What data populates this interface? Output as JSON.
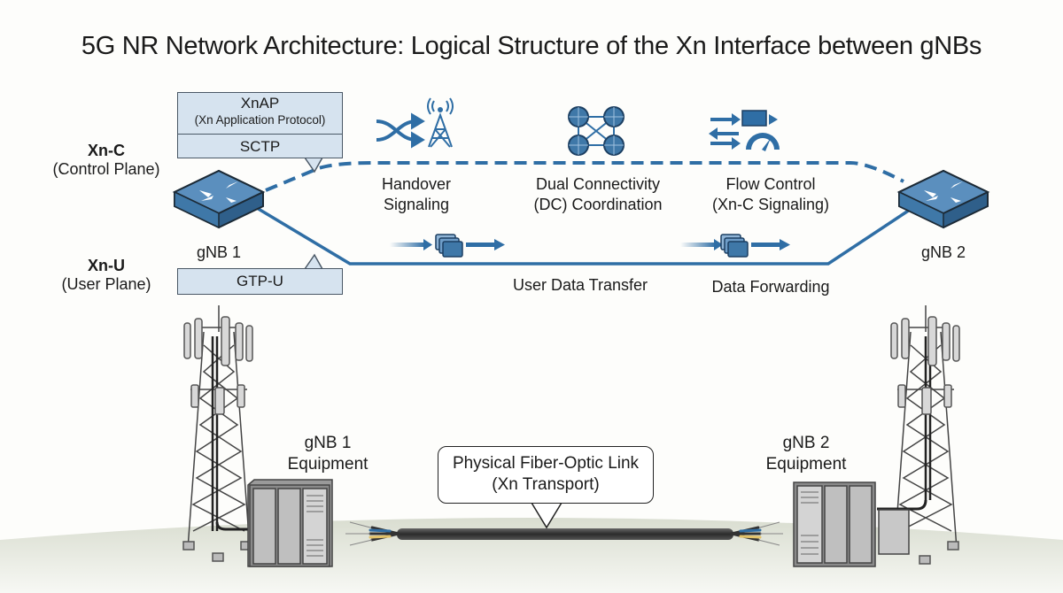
{
  "title": "5G NR Network Architecture: Logical Structure of the Xn Interface between gNBs",
  "colors": {
    "accent_blue": "#2f6ea5",
    "node_blue": "#3f78a8",
    "protocol_box_fill": "#d6e3ef",
    "ground": "#e3e6dc"
  },
  "planes": {
    "control": {
      "title": "Xn-C",
      "subtitle": "(Control Plane)",
      "line_style": "dashed"
    },
    "user": {
      "title": "Xn-U",
      "subtitle": "(User Plane)",
      "line_style": "solid"
    }
  },
  "protocol_stacks": {
    "control": [
      {
        "name": "XnAP",
        "detail": "(Xn Application Protocol)"
      },
      {
        "name": "SCTP"
      }
    ],
    "user": [
      {
        "name": "GTP-U"
      }
    ]
  },
  "nodes": [
    {
      "label": "gNB 1",
      "icon": "router-icon"
    },
    {
      "label": "gNB 2",
      "icon": "router-icon"
    }
  ],
  "control_functions": [
    {
      "icon": "handover-tower-icon",
      "line1": "Handover",
      "line2": "Signaling"
    },
    {
      "icon": "globe-mesh-icon",
      "line1": "Dual Connectivity",
      "line2": "(DC) Coordination"
    },
    {
      "icon": "flow-gauge-icon",
      "line1": "Flow Control",
      "line2": "(Xn-C Signaling)"
    }
  ],
  "user_functions": [
    {
      "icon": "packet-flow-icon",
      "label": "User Data Transfer"
    },
    {
      "icon": "packet-flow-icon",
      "label": "Data Forwarding"
    }
  ],
  "equipment": [
    {
      "line1": "gNB 1",
      "line2": "Equipment"
    },
    {
      "line1": "gNB 2",
      "line2": "Equipment"
    }
  ],
  "transport": {
    "line1": "Physical Fiber-Optic Link",
    "line2": "(Xn Transport)"
  }
}
